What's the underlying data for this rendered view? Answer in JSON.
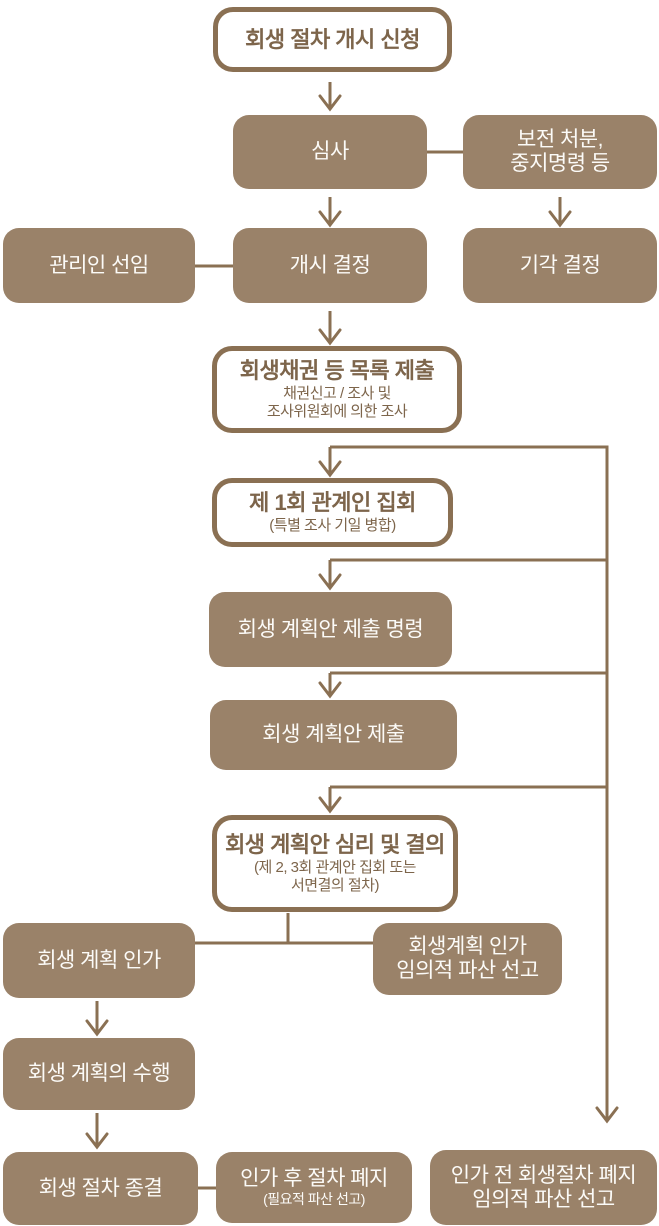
{
  "palette": {
    "box_fill": "#9a8269",
    "line_and_border": "#8a7053",
    "outlined_text": "#7d654b",
    "filled_text": "#fcfbf8",
    "background": "#ffffff"
  },
  "nodes": [
    {
      "id": "apply",
      "variant": "outlined",
      "title": "회생 절차 개시 신청"
    },
    {
      "id": "screening",
      "variant": "filled",
      "title": "심사"
    },
    {
      "id": "preservation",
      "variant": "filled",
      "title": "보전 처분,\n중지명령 등"
    },
    {
      "id": "custodian",
      "variant": "filled",
      "title": "관리인 선임"
    },
    {
      "id": "commence",
      "variant": "filled",
      "title": "개시 결정"
    },
    {
      "id": "dismiss",
      "variant": "filled",
      "title": "기각 결정"
    },
    {
      "id": "list",
      "variant": "outlined",
      "title": "회생채권 등 목록 제출",
      "subtitle": "채권신고 / 조사 및\n조사위원회에 의한 조사"
    },
    {
      "id": "meeting1",
      "variant": "outlined",
      "title": "제 1회 관계인 집회",
      "subtitle": "(특별 조사 기일 병합)"
    },
    {
      "id": "order",
      "variant": "filled",
      "title": "회생 계획안 제출 명령"
    },
    {
      "id": "submit",
      "variant": "filled",
      "title": "회생 계획안 제출"
    },
    {
      "id": "review",
      "variant": "outlined",
      "title": "회생 계획안 심리 및 결의",
      "subtitle": "(제 2, 3회 관계안 집회 또는\n서면결의 절차)"
    },
    {
      "id": "approve",
      "variant": "filled",
      "title": "회생 계획 인가"
    },
    {
      "id": "approve-bankrupt",
      "variant": "filled",
      "title": "회생계획 인가\n임의적 파산 선고"
    },
    {
      "id": "execute",
      "variant": "filled",
      "title": "회생 계획의 수행"
    },
    {
      "id": "close",
      "variant": "filled",
      "title": "회생 절차 종결"
    },
    {
      "id": "post-abolish",
      "variant": "filled",
      "title": "인가 후 절차 폐지",
      "subtitle": "(필요적 파산 선고)"
    },
    {
      "id": "pre-abolish",
      "variant": "filled",
      "title": "인가 전 회생절차 폐지\n임의적 파산 선고"
    }
  ]
}
